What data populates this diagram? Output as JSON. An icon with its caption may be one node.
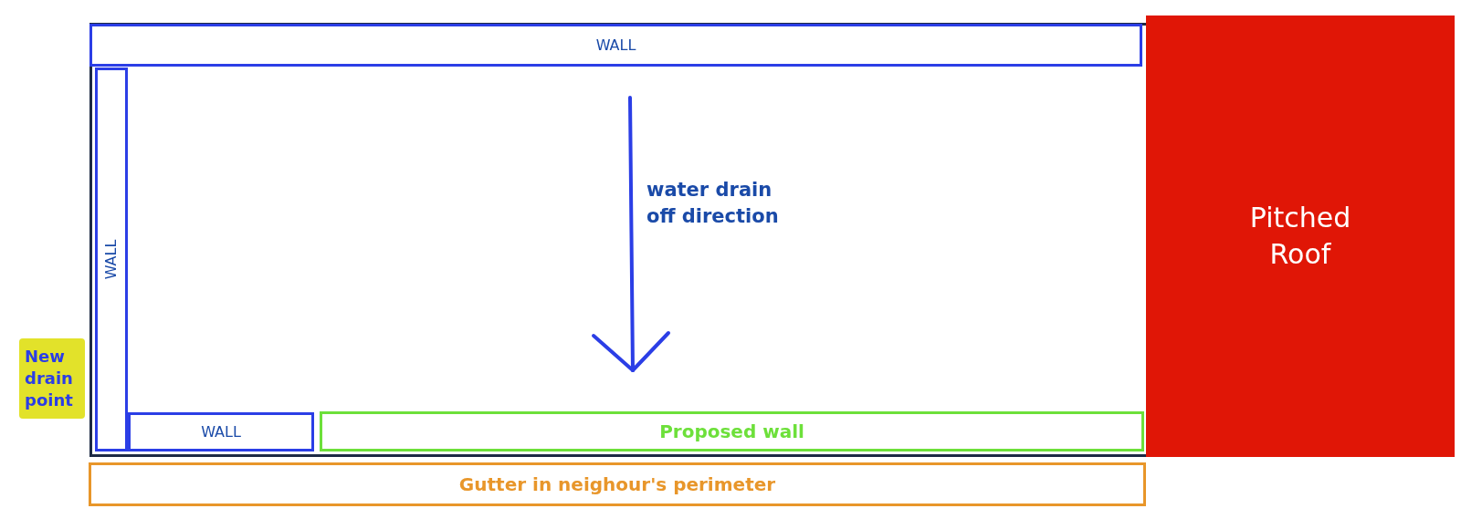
{
  "diagram": {
    "nodes": [
      {
        "text": [],
        "shape": "box"
      },
      {
        "text": [
          "WALL"
        ],
        "in": 0
      },
      {
        "text": [
          "WALL"
        ],
        "in": 0
      },
      {
        "text": [
          "WALL"
        ],
        "in": 0
      },
      {
        "text": [
          "Proposed wall"
        ],
        "in": 0
      },
      {
        "text": [
          "Pitched Roof"
        ]
      },
      {
        "text": [
          "Gutter in neighour's perimeter"
        ]
      },
      {
        "text": [
          "New drain point"
        ]
      }
    ],
    "edges": [],
    "labels": [
      "water drain off direction"
    ]
  }
}
